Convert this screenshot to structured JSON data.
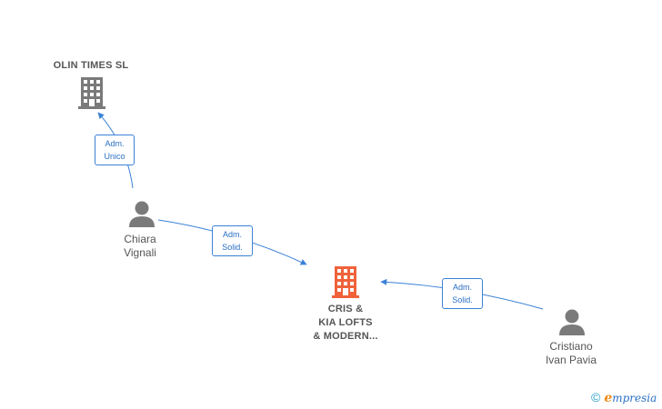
{
  "nodes": {
    "olin_times": {
      "label_line1": "OLIN TIMES  SL"
    },
    "cris_kia": {
      "label_line1": "CRIS &",
      "label_line2": "KIA LOFTS",
      "label_line3": "& MODERN..."
    },
    "chiara": {
      "label_line1": "Chiara",
      "label_line2": "Vignali"
    },
    "cristiano": {
      "label_line1": "Cristiano",
      "label_line2": "Ivan Pavia"
    }
  },
  "edges": {
    "chiara_olin": {
      "line1": "Adm.",
      "line2": "Unico"
    },
    "chiara_cris": {
      "line1": "Adm.",
      "line2": "Solid."
    },
    "cristiano_cris": {
      "line1": "Adm.",
      "line2": "Solid."
    }
  },
  "footer": {
    "copyright_symbol": "©",
    "brand_first": "e",
    "brand_rest": "mpresia"
  },
  "colors": {
    "edge": "#3b82d6",
    "main_company": "#f0623a",
    "company": "#7a7a7a",
    "person": "#7a7a7a"
  }
}
